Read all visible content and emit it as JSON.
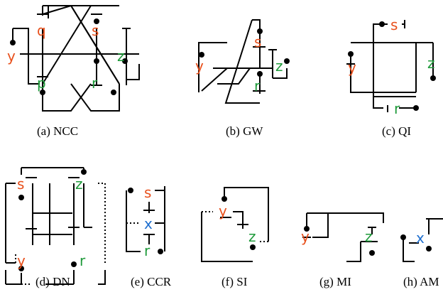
{
  "colors": {
    "orange": "#e8501c",
    "green": "#1e9a3a",
    "blue": "#1f6fcf"
  },
  "panels": [
    {
      "caption": "(a) NCC",
      "nodes": [
        "q",
        "s",
        "y",
        "z",
        "p",
        "r"
      ]
    },
    {
      "caption": "(b) GW",
      "nodes": [
        "s",
        "y",
        "z",
        "r"
      ]
    },
    {
      "caption": "(c) QI",
      "nodes": [
        "s",
        "y",
        "z",
        "r"
      ]
    },
    {
      "caption": "(d) DN",
      "nodes": [
        "s",
        "z",
        "y",
        "r"
      ]
    },
    {
      "caption": "(e) CCR",
      "nodes": [
        "s",
        "x",
        "r"
      ]
    },
    {
      "caption": "(f) SI",
      "nodes": [
        "y",
        "z"
      ]
    },
    {
      "caption": "(g) MI",
      "nodes": [
        "y",
        "z"
      ]
    },
    {
      "caption": "(h) AM",
      "nodes": [
        "x"
      ]
    }
  ]
}
